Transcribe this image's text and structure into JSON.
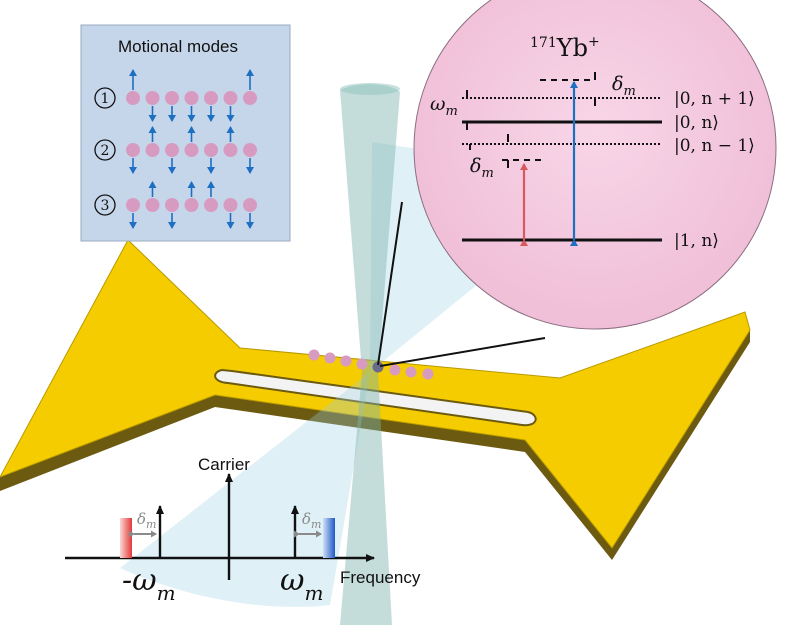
{
  "colors": {
    "trap_gold": "#f5cc00",
    "trap_edge": "#6b5a10",
    "ion_pink": "#d79bc2",
    "arrow_blue": "#1d6fc2",
    "arrow_red": "#d9585e",
    "bubble_fill": "#f4c8de",
    "panel_fill": "#c6d6ea",
    "beam_light": "#9dd0e6",
    "beam_teal": "#7fb3ad"
  },
  "modes_panel": {
    "title": "Motional modes",
    "modes": [
      {
        "label": "1",
        "directions": [
          1,
          -1,
          -1,
          -1,
          -1,
          -1,
          1
        ]
      },
      {
        "label": "2",
        "directions": [
          -1,
          1,
          -1,
          1,
          -1,
          1,
          -1
        ]
      },
      {
        "label": "3",
        "directions": [
          -1,
          1,
          -1,
          1,
          1,
          -1,
          -1
        ]
      }
    ]
  },
  "energy_levels": {
    "species_mass": "171",
    "species_symbol": "Yb",
    "species_charge": "+",
    "detuning": "δ",
    "detuning_sub": "m",
    "trap_freq": "ω",
    "trap_freq_sub": "m",
    "state_up": "|0, n + 1⟩",
    "state_mid": "|0, n⟩",
    "state_low": "|0, n − 1⟩",
    "state_ground": "|1, n⟩"
  },
  "spectrum": {
    "carrier_label": "Carrier",
    "axis_label": "Frequency",
    "detuning": "δ",
    "detuning_sub": "m",
    "red_sideband": "-ω",
    "red_sideband_sub": "m",
    "blue_sideband": "ω",
    "blue_sideband_sub": "m"
  }
}
